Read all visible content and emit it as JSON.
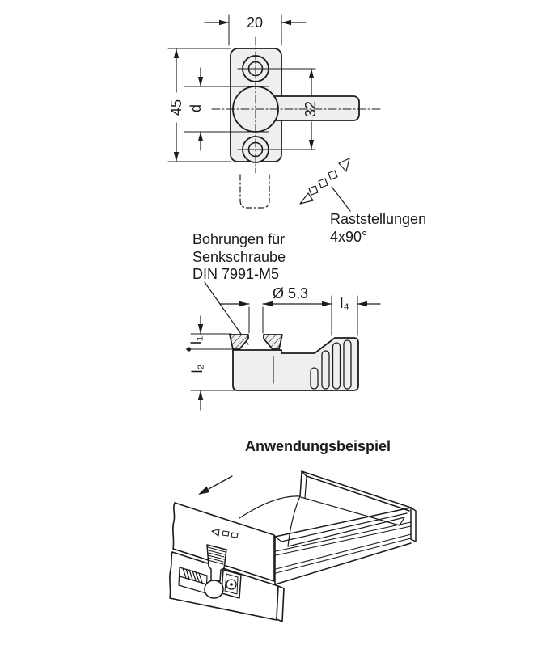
{
  "drawing": {
    "heading": "Anwendungsbeispiel",
    "top_view": {
      "dim_width": "20",
      "dim_height": "45",
      "dim_boss_diameter": "d",
      "dim_hole_spacing": "32"
    },
    "detent_note": {
      "line1": "Raststellungen",
      "line2": "4x90°"
    },
    "hole_note": {
      "line1": "Bohrungen für",
      "line2": "Senkschraube",
      "line3": "DIN 7991-M5"
    },
    "side_view": {
      "dim_hole_diameter": "Ø 5,3",
      "dim_l1": "l₁",
      "dim_l2": "l₂",
      "dim_l4": "l₄"
    },
    "colors": {
      "line": "#1c1c1c",
      "fill_light": "#efefef",
      "background": "#ffffff"
    }
  }
}
